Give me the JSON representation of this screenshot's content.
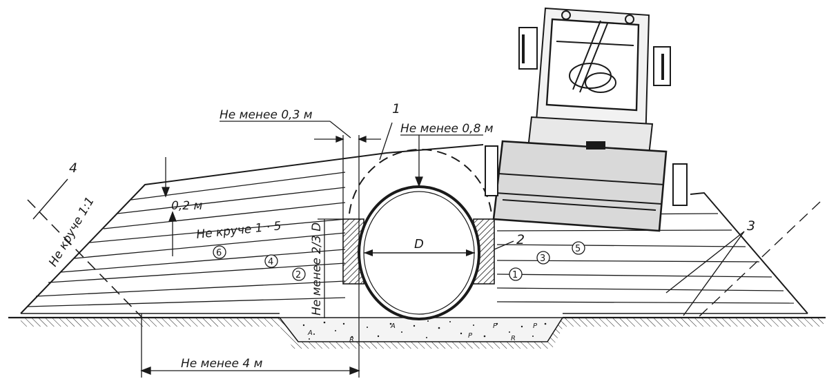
{
  "labels": {
    "min_03": "Не менее 0,3 м",
    "min_08": "Не менее 0,8 м",
    "not_steeper_11": "Не круче 1:1",
    "not_steeper_15": "Не круче 1 · 5",
    "layer_02": "0,2 м",
    "diameter": "D",
    "min_2_3D": "Не менее 2/3 D",
    "min_4m": "Не менее 4 м"
  },
  "callouts": [
    "1",
    "2",
    "3",
    "4"
  ],
  "layer_numbers": [
    "1",
    "2",
    "3",
    "4",
    "5",
    "6"
  ],
  "colors": {
    "ink": "#1a1a1a",
    "roller_body": "#e8e8e8",
    "drum": "#d9d9d9"
  }
}
